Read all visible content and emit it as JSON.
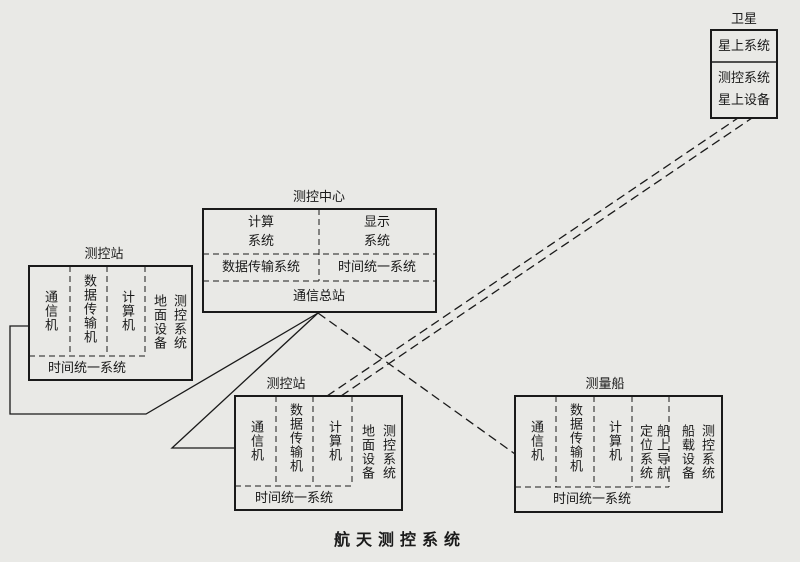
{
  "diagram": {
    "caption": "航天测控系统",
    "satellite": {
      "title": "卫星",
      "top": "星上系统",
      "bottom_line1": "测控系统",
      "bottom_line2": "星上设备"
    },
    "center": {
      "title": "测控中心",
      "compute_l1": "计算",
      "compute_l2": "系统",
      "display_l1": "显示",
      "display_l2": "系统",
      "data_tx": "数据传输系统",
      "time_sync": "时间统一系统",
      "comm_hub": "通信总站"
    },
    "station_left": {
      "title": "测控站",
      "comm": "通信机",
      "data": "数据传输机",
      "computer": "计算机",
      "ground": "地面设备",
      "tt_c": "测控系统",
      "time_sync": "时间统一系统"
    },
    "station_mid": {
      "title": "测控站",
      "comm": "通信机",
      "data": "数据传输机",
      "computer": "计算机",
      "ground": "地面设备",
      "tt_c": "测控系统",
      "time_sync": "时间统一系统"
    },
    "ship": {
      "title": "测量船",
      "comm": "通信机",
      "data": "数据传输机",
      "computer": "计算机",
      "position": "定位系统",
      "nav": "船上导航",
      "onboard": "船载设备",
      "tt_c": "测控系统",
      "time_sync": "时间统一系统"
    }
  }
}
